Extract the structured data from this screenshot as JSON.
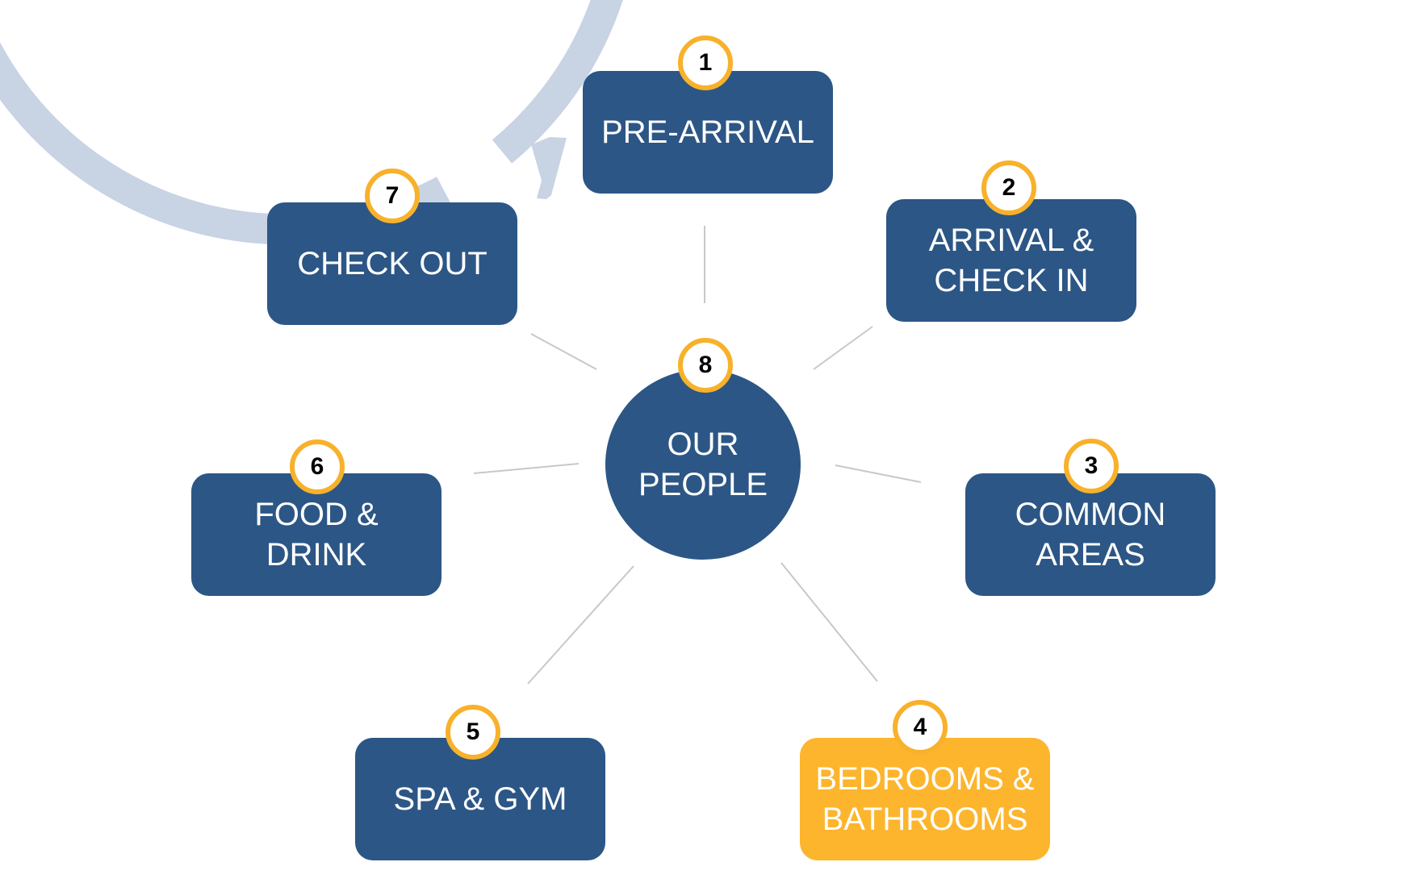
{
  "colors": {
    "box": "#2c5685",
    "highlight": "#fcb52d",
    "ring": "#c8d3e4",
    "spoke": "#c8c8c8",
    "badge_border": "#f8b12a"
  },
  "steps": [
    {
      "number": "1",
      "label": "PRE-ARRIVAL"
    },
    {
      "number": "2",
      "label": "ARRIVAL &\nCHECK IN"
    },
    {
      "number": "3",
      "label": "COMMON\nAREAS"
    },
    {
      "number": "4",
      "label": "BEDROOMS &\nBATHROOMS",
      "highlighted": true
    },
    {
      "number": "5",
      "label": "SPA & GYM"
    },
    {
      "number": "6",
      "label": "FOOD &\nDRINK"
    },
    {
      "number": "7",
      "label": "CHECK OUT"
    }
  ],
  "center": {
    "number": "8",
    "label": "OUR\nPEOPLE"
  }
}
